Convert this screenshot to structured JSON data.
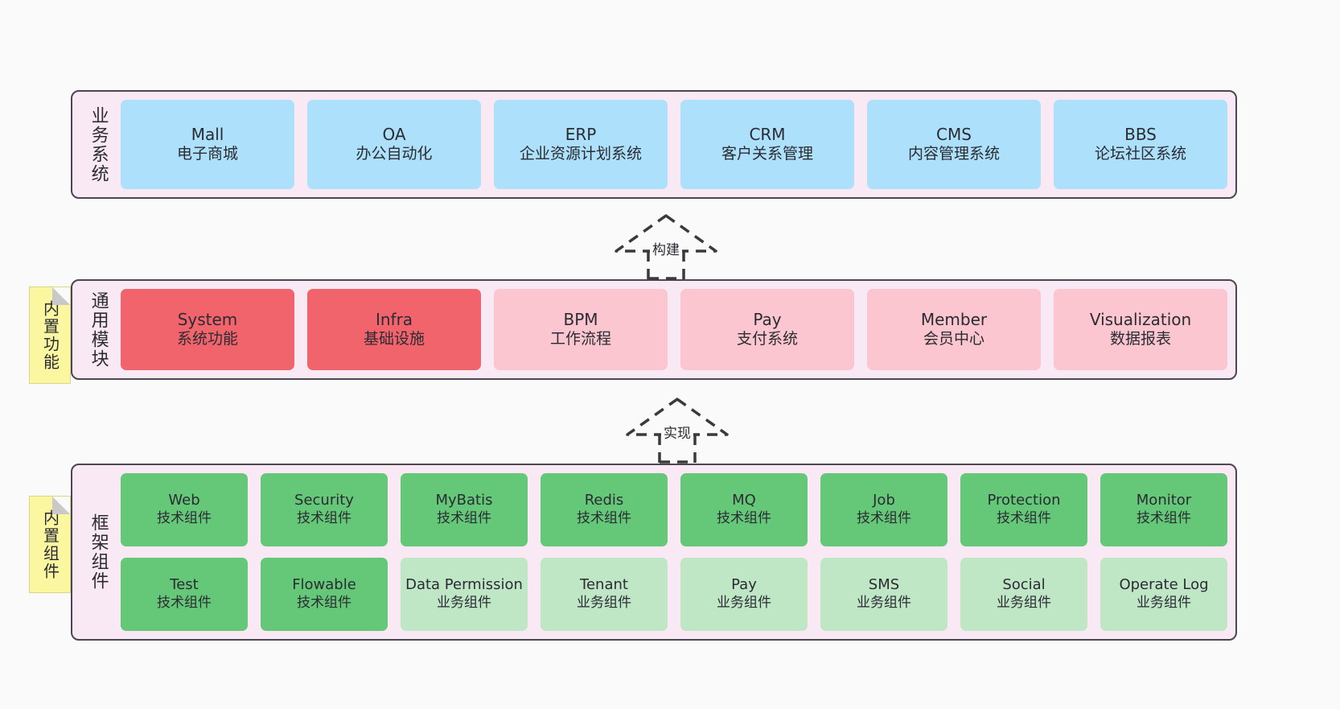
{
  "layers": [
    {
      "id": "business",
      "title": "业务系统",
      "rows": [
        {
          "style": "c-blue",
          "cards": [
            {
              "en": "Mall",
              "cn": "电子商城"
            },
            {
              "en": "OA",
              "cn": "办公自动化"
            },
            {
              "en": "ERP",
              "cn": "企业资源计划系统"
            },
            {
              "en": "CRM",
              "cn": "客户关系管理"
            },
            {
              "en": "CMS",
              "cn": "内容管理系统"
            },
            {
              "en": "BBS",
              "cn": "论坛社区系统"
            }
          ]
        }
      ]
    },
    {
      "id": "common",
      "title": "通用模块",
      "note": "内置功能",
      "rows": [
        {
          "cards": [
            {
              "en": "System",
              "cn": "系统功能",
              "style": "c-red"
            },
            {
              "en": "Infra",
              "cn": "基础设施",
              "style": "c-red"
            },
            {
              "en": "BPM",
              "cn": "工作流程",
              "style": "c-pink"
            },
            {
              "en": "Pay",
              "cn": "支付系统",
              "style": "c-pink"
            },
            {
              "en": "Member",
              "cn": "会员中心",
              "style": "c-pink"
            },
            {
              "en": "Visualization",
              "cn": "数据报表",
              "style": "c-pink"
            }
          ]
        }
      ]
    },
    {
      "id": "framework",
      "title": "框架组件",
      "note": "内置组件",
      "rows": [
        {
          "style": "c-green",
          "cards": [
            {
              "en": "Web",
              "cn": "技术组件"
            },
            {
              "en": "Security",
              "cn": "技术组件"
            },
            {
              "en": "MyBatis",
              "cn": "技术组件"
            },
            {
              "en": "Redis",
              "cn": "技术组件"
            },
            {
              "en": "MQ",
              "cn": "技术组件"
            },
            {
              "en": "Job",
              "cn": "技术组件"
            },
            {
              "en": "Protection",
              "cn": "技术组件"
            },
            {
              "en": "Monitor",
              "cn": "技术组件"
            }
          ]
        },
        {
          "cards": [
            {
              "en": "Test",
              "cn": "技术组件",
              "style": "c-green"
            },
            {
              "en": "Flowable",
              "cn": "技术组件",
              "style": "c-green"
            },
            {
              "en": "Data Permission",
              "cn": "业务组件",
              "style": "c-lightgreen"
            },
            {
              "en": "Tenant",
              "cn": "业务组件",
              "style": "c-lightgreen"
            },
            {
              "en": "Pay",
              "cn": "业务组件",
              "style": "c-lightgreen"
            },
            {
              "en": "SMS",
              "cn": "业务组件",
              "style": "c-lightgreen"
            },
            {
              "en": "Social",
              "cn": "业务组件",
              "style": "c-lightgreen"
            },
            {
              "en": "Operate Log",
              "cn": "业务组件",
              "style": "c-lightgreen"
            }
          ]
        }
      ]
    }
  ],
  "connectors": [
    {
      "id": "build",
      "label": "构建"
    },
    {
      "id": "implement",
      "label": "实现"
    }
  ],
  "colors": {
    "canvas": "#fafafa",
    "layer_bg": "#f9e9f4",
    "layer_border": "#4a4652",
    "blue": "#ace0fb",
    "red": "#f2646c",
    "pink": "#fbc6cf",
    "green": "#64c878",
    "light_green": "#bfe6c5",
    "note": "#fbf7a0"
  }
}
